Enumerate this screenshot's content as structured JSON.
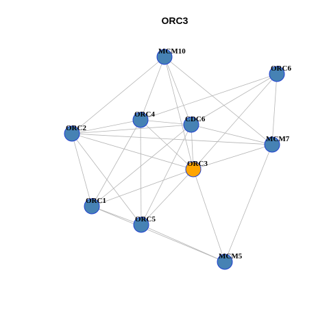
{
  "title": "ORC3",
  "colors": {
    "default_node": "#4682b4",
    "highlight_node": "#ffa500",
    "node_border": "#1f3fd0",
    "edge": "#b4b4b4"
  },
  "nodes": [
    {
      "id": "MCM10",
      "highlight": false
    },
    {
      "id": "ORC6",
      "highlight": false
    },
    {
      "id": "ORC4",
      "highlight": false
    },
    {
      "id": "CDC6",
      "highlight": false
    },
    {
      "id": "ORC2",
      "highlight": false
    },
    {
      "id": "MCM7",
      "highlight": false
    },
    {
      "id": "ORC3",
      "highlight": true
    },
    {
      "id": "ORC1",
      "highlight": false
    },
    {
      "id": "ORC5",
      "highlight": false
    },
    {
      "id": "MCM5",
      "highlight": false
    }
  ],
  "edges": [
    [
      "MCM10",
      "ORC2"
    ],
    [
      "MCM10",
      "ORC4"
    ],
    [
      "MCM10",
      "CDC6"
    ],
    [
      "MCM10",
      "MCM7"
    ],
    [
      "MCM10",
      "ORC3"
    ],
    [
      "ORC6",
      "ORC4"
    ],
    [
      "ORC6",
      "CDC6"
    ],
    [
      "ORC6",
      "MCM7"
    ],
    [
      "ORC6",
      "ORC3"
    ],
    [
      "ORC2",
      "ORC4"
    ],
    [
      "ORC2",
      "CDC6"
    ],
    [
      "ORC2",
      "MCM7"
    ],
    [
      "ORC2",
      "ORC3"
    ],
    [
      "ORC2",
      "ORC1"
    ],
    [
      "ORC2",
      "ORC5"
    ],
    [
      "ORC4",
      "CDC6"
    ],
    [
      "ORC4",
      "ORC3"
    ],
    [
      "ORC4",
      "ORC1"
    ],
    [
      "ORC4",
      "ORC5"
    ],
    [
      "CDC6",
      "MCM7"
    ],
    [
      "CDC6",
      "ORC3"
    ],
    [
      "CDC6",
      "ORC1"
    ],
    [
      "CDC6",
      "ORC5"
    ],
    [
      "MCM7",
      "ORC3"
    ],
    [
      "MCM7",
      "MCM5"
    ],
    [
      "ORC3",
      "ORC1"
    ],
    [
      "ORC3",
      "ORC5"
    ],
    [
      "ORC3",
      "MCM5"
    ],
    [
      "ORC1",
      "ORC5"
    ],
    [
      "ORC1",
      "MCM5"
    ],
    [
      "ORC5",
      "MCM5"
    ]
  ]
}
